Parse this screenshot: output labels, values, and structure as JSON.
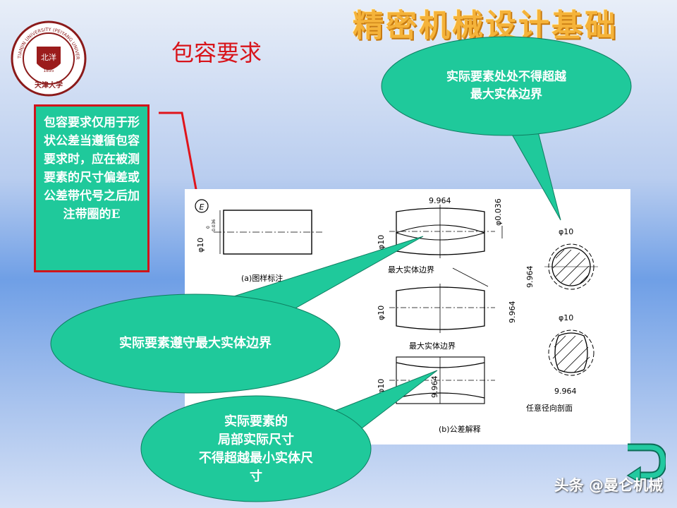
{
  "header": {
    "course_title": "精密机械设计基础",
    "section_title": "包容要求"
  },
  "logo": {
    "ring_text": "TIANJIN UNIVERSITY (PEIYANG UNIVERSITY)",
    "center_text": "北洋",
    "year": "1895",
    "bottom_text": "天津大学"
  },
  "note": {
    "text": "包容要求仅用于形状公差当遵循包容要求时，应在被测要素的尺寸偏差或公差带代号之后加注带圈的E"
  },
  "callouts": {
    "top_right_line1": "实际要素处处不得超越",
    "top_right_line2": "最大实体边界",
    "middle_left": "实际要素遵守最大实体边界",
    "bottom_line1": "实际要素的",
    "bottom_line2": "局部实际尺寸",
    "bottom_line3": "不得超越最小实体尺",
    "bottom_line4": "寸"
  },
  "figure": {
    "circled_e": "E",
    "dia10": "φ10",
    "tol_top": "0",
    "tol_bottom": "-0.036",
    "label_a": "(a)图样标注",
    "dim_9964": "9.964",
    "dim_0036": "φ0.036",
    "mmc_boundary": "最大实体边界",
    "any_section": "任意径向剖面",
    "label_b": "(b)公差解释"
  },
  "watermark": "头条 @曼仑机械",
  "colors": {
    "accent_green": "#1fc99b",
    "accent_red": "#d0141b",
    "title_orange": "#f5b33a"
  }
}
